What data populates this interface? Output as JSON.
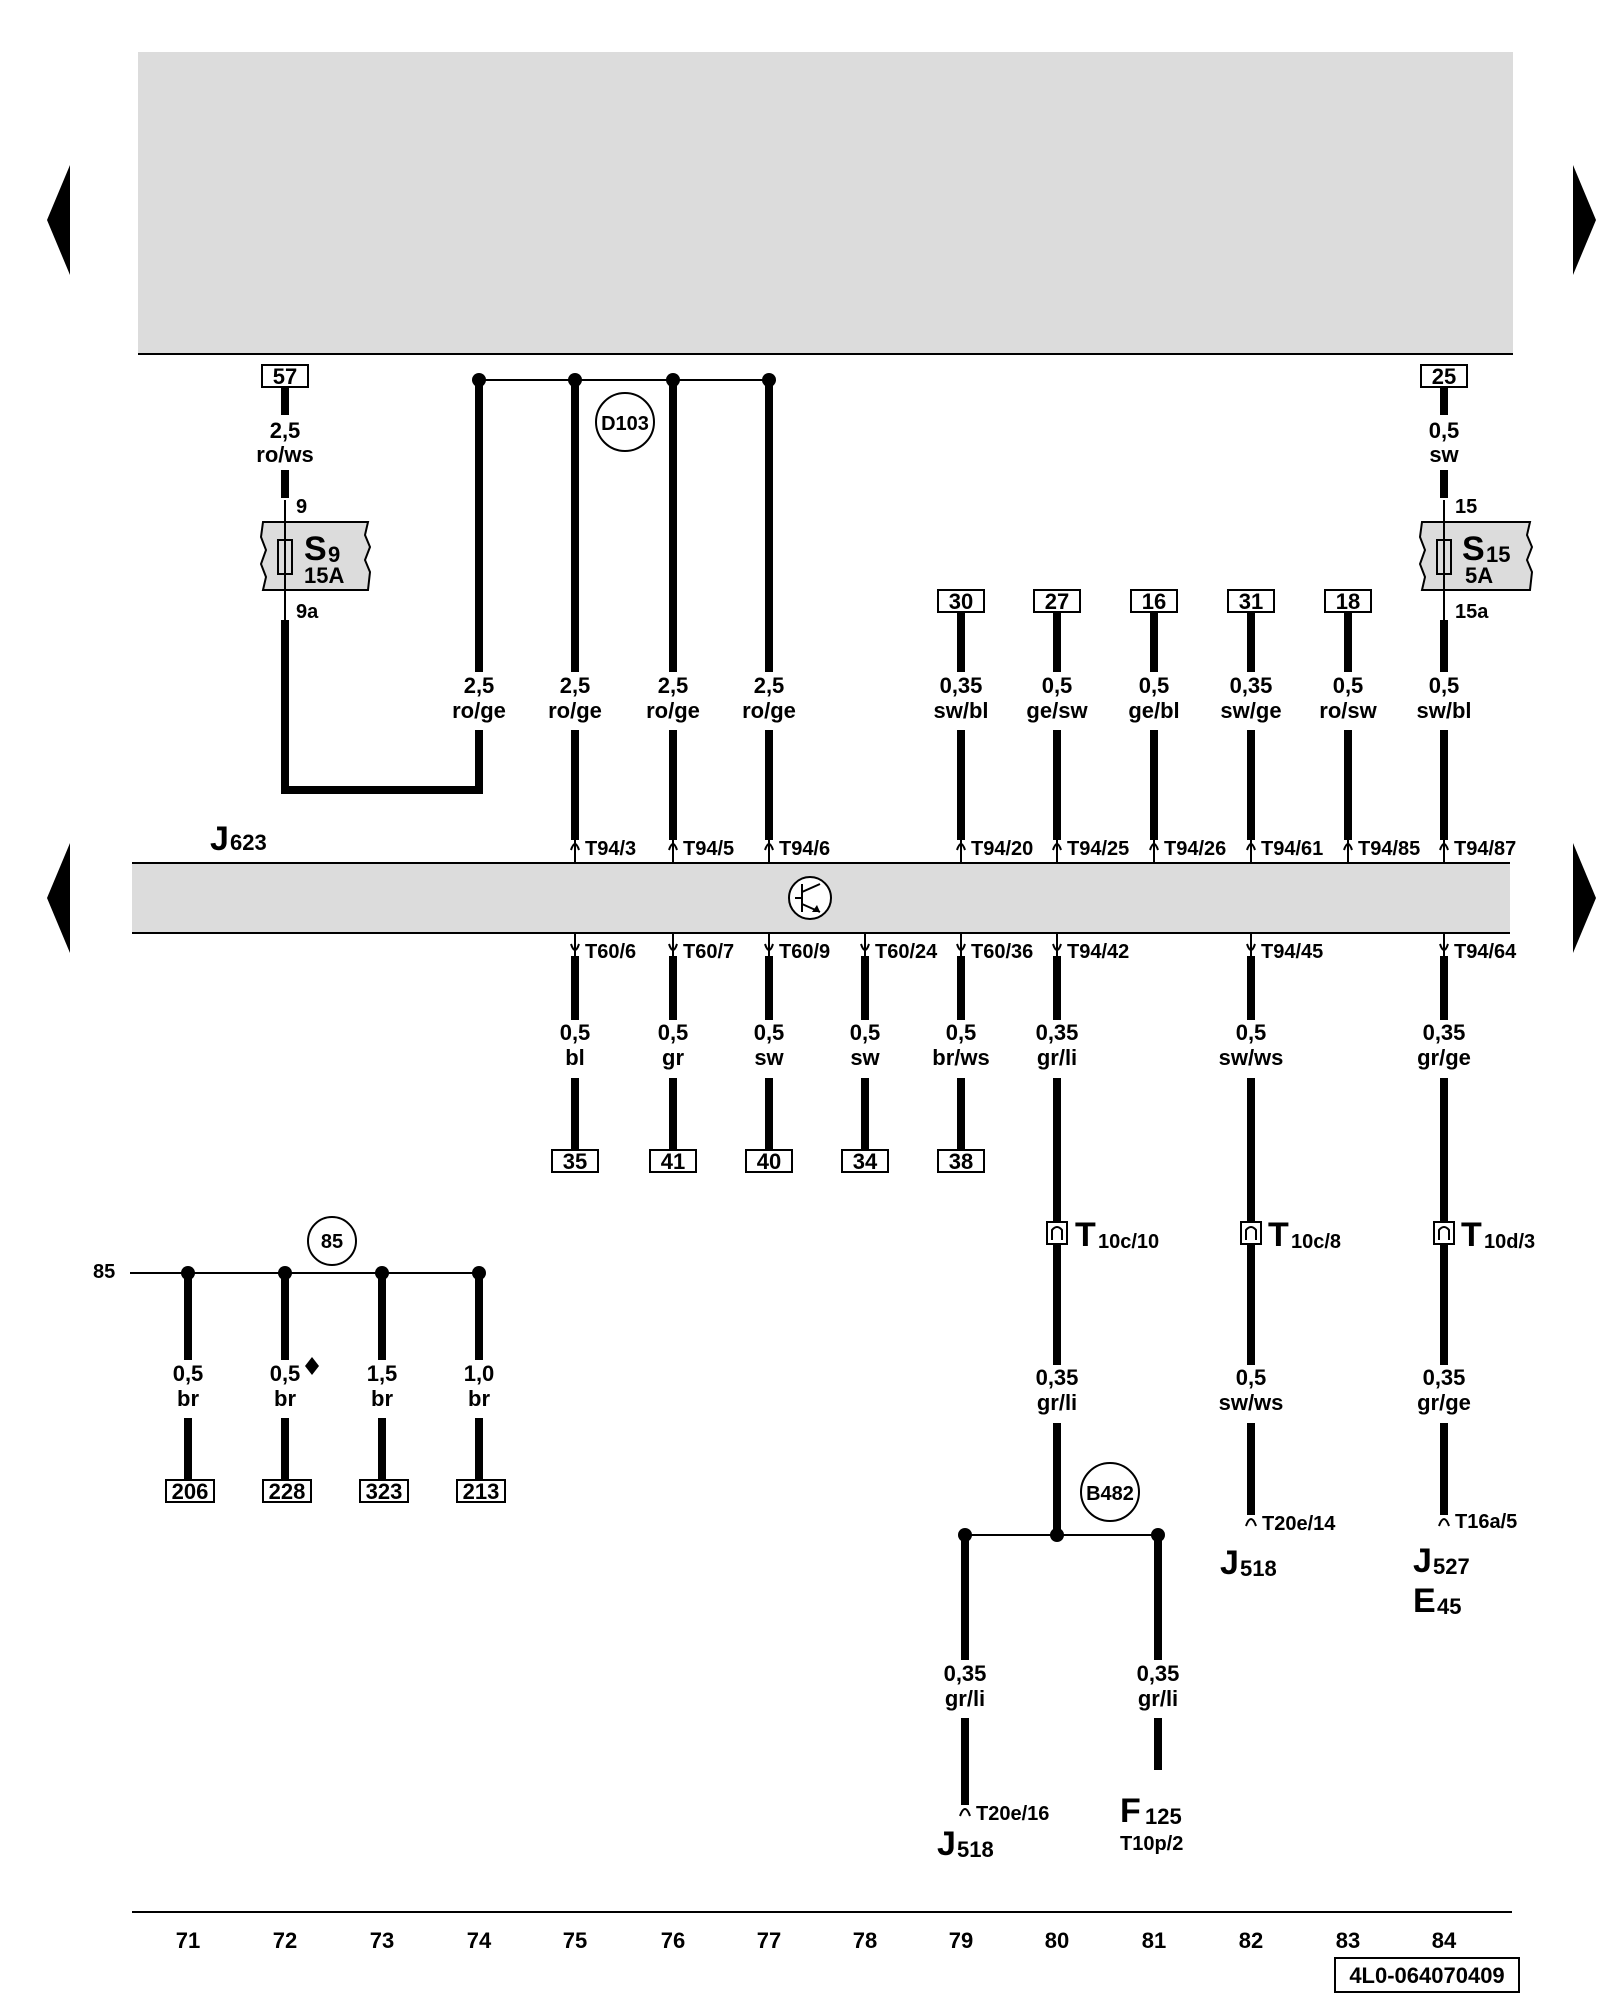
{
  "components": {
    "fuse_s9": {
      "letter": "S",
      "num": "9",
      "rating": "15A",
      "pin_in": "9",
      "pin_out": "9a"
    },
    "fuse_s15": {
      "letter": "S",
      "num": "15",
      "rating": "5A",
      "pin_in": "15",
      "pin_out": "15a"
    },
    "module_j623": {
      "letter": "J",
      "num": "623"
    },
    "j518_a": {
      "letter": "J",
      "num": "518"
    },
    "j518_b": {
      "letter": "J",
      "num": "518"
    },
    "j527": {
      "letter": "J",
      "num": "527"
    },
    "e45": {
      "letter": "E",
      "num": "45"
    },
    "f125": {
      "letter": "F",
      "num": "125",
      "pin": "T10p/2"
    }
  },
  "junctions": {
    "d103": "D103",
    "n85": "85",
    "b482": "B482"
  },
  "bus_label": "85",
  "refs_top": {
    "r57": "57",
    "r25": "25",
    "r30": "30",
    "r27": "27",
    "r16": "16",
    "r31": "31",
    "r18": "18"
  },
  "refs_bottom": {
    "r35": "35",
    "r41": "41",
    "r40": "40",
    "r34": "34",
    "r38": "38",
    "r206": "206",
    "r228": "228",
    "r323": "323",
    "r213": "213"
  },
  "wires": {
    "w57": {
      "size": "2,5",
      "color": "ro/ws"
    },
    "w25": {
      "size": "0,5",
      "color": "sw"
    },
    "w74": {
      "size": "2,5",
      "color": "ro/ge"
    },
    "w75": {
      "size": "2,5",
      "color": "ro/ge"
    },
    "w76": {
      "size": "2,5",
      "color": "ro/ge"
    },
    "w77": {
      "size": "2,5",
      "color": "ro/ge"
    },
    "w79t": {
      "size": "0,35",
      "color": "sw/bl"
    },
    "w80t": {
      "size": "0,5",
      "color": "ge/sw"
    },
    "w81t": {
      "size": "0,5",
      "color": "ge/bl"
    },
    "w82t": {
      "size": "0,35",
      "color": "sw/ge"
    },
    "w83t": {
      "size": "0,5",
      "color": "ro/sw"
    },
    "w84t": {
      "size": "0,5",
      "color": "sw/bl"
    },
    "w75b": {
      "size": "0,5",
      "color": "bl"
    },
    "w76b": {
      "size": "0,5",
      "color": "gr"
    },
    "w77b": {
      "size": "0,5",
      "color": "sw"
    },
    "w78b": {
      "size": "0,5",
      "color": "sw"
    },
    "w79b": {
      "size": "0,5",
      "color": "br/ws"
    },
    "w80b": {
      "size": "0,35",
      "color": "gr/li"
    },
    "w82b": {
      "size": "0,5",
      "color": "sw/ws"
    },
    "w84b": {
      "size": "0,35",
      "color": "gr/ge"
    },
    "w80c": {
      "size": "0,35",
      "color": "gr/li"
    },
    "w82c": {
      "size": "0,5",
      "color": "sw/ws"
    },
    "w84c": {
      "size": "0,35",
      "color": "gr/ge"
    },
    "w79d": {
      "size": "0,35",
      "color": "gr/li"
    },
    "w81d": {
      "size": "0,35",
      "color": "gr/li"
    },
    "w71": {
      "size": "0,5",
      "color": "br"
    },
    "w72": {
      "size": "0,5",
      "color": "br"
    },
    "w73": {
      "size": "1,5",
      "color": "br"
    },
    "w74b": {
      "size": "1,0",
      "color": "br"
    }
  },
  "pins_top": {
    "p75": "T94/3",
    "p76": "T94/5",
    "p77": "T94/6",
    "p79": "T94/20",
    "p80": "T94/25",
    "p81": "T94/26",
    "p82": "T94/61",
    "p83": "T94/85",
    "p84": "T94/87"
  },
  "pins_bottom": {
    "p75": "T60/6",
    "p76": "T60/7",
    "p77": "T60/9",
    "p78": "T60/24",
    "p79": "T60/36",
    "p80": "T94/42",
    "p82": "T94/45",
    "p84": "T94/64"
  },
  "connectors": {
    "c80": {
      "letter": "T",
      "sub": "10c/10"
    },
    "c82": {
      "letter": "T",
      "sub": "10c/8"
    },
    "c84": {
      "letter": "T",
      "sub": "10d/3"
    }
  },
  "end_pins": {
    "e82": "T20e/14",
    "e84": "T16a/5",
    "e79": "T20e/16"
  },
  "columns": [
    "71",
    "72",
    "73",
    "74",
    "75",
    "76",
    "77",
    "78",
    "79",
    "80",
    "81",
    "82",
    "83",
    "84"
  ],
  "doc_id": "4L0-064070409"
}
